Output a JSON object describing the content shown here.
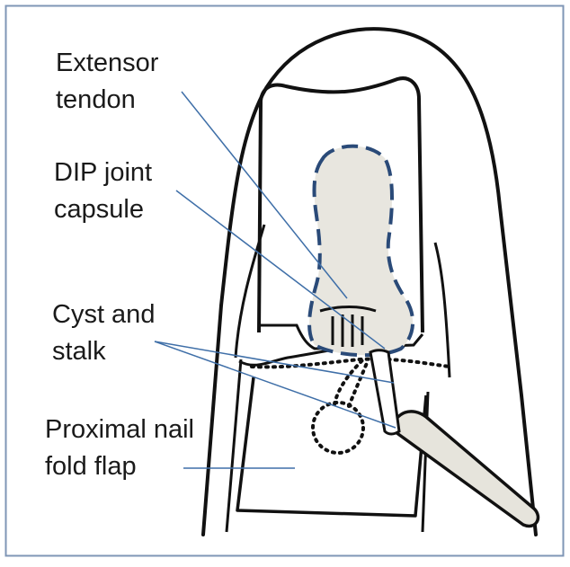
{
  "labels": {
    "extensor_tendon": [
      "Extensor",
      "tendon"
    ],
    "dip_joint_capsule": [
      "DIP joint",
      "capsule"
    ],
    "cyst_and_stalk": [
      "Cyst and",
      "stalk"
    ],
    "proximal_nail_fold_flap": [
      "Proximal nail",
      "fold flap"
    ]
  },
  "colors": {
    "frame": "#7f96b6",
    "outline": "#111111",
    "leader": "#3f6fa8",
    "tendon_fill": "#e8e6df",
    "tendon_dash": "#2a4a78",
    "instrument_fill": "#e6e4dc"
  }
}
